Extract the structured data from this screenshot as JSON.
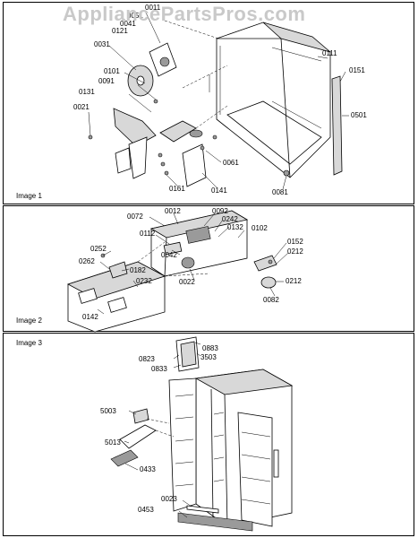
{
  "watermark": "AppliancePartsPros.com",
  "panels": [
    {
      "label": "Image 1"
    },
    {
      "label": "Image 2"
    },
    {
      "label": "Image 3"
    }
  ],
  "image1_callouts": [
    "0011",
    "0051",
    "0041",
    "0121",
    "0031",
    "0101",
    "0091",
    "0131",
    "0021",
    "0111",
    "0151",
    "0501",
    "0061",
    "0161",
    "0141",
    "0081"
  ],
  "image2_callouts": [
    "0072",
    "0012",
    "0092",
    "0242",
    "0132",
    "0102",
    "0112",
    "0152",
    "0212",
    "0252",
    "0042",
    "0262",
    "0182",
    "0022",
    "0212",
    "0082",
    "0232",
    "0142"
  ],
  "image3_callouts": [
    "0883",
    "0823",
    "3503",
    "0833",
    "5003",
    "5013",
    "0433",
    "0023",
    "0453"
  ]
}
